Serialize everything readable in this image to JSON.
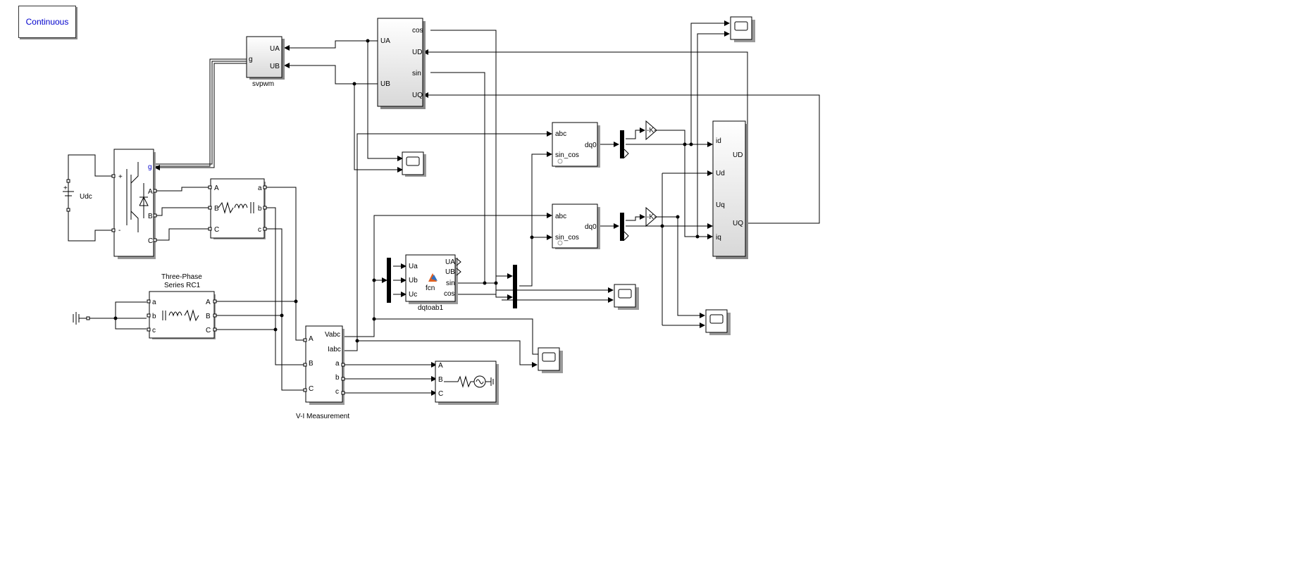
{
  "solver_mode": "Continuous",
  "blocks": {
    "udc": {
      "label": "Udc",
      "plus": "+",
      "minus": "-"
    },
    "inverter": {
      "plus": "+",
      "minus": "-",
      "g": "g",
      "a": "A",
      "b": "B",
      "c": "C"
    },
    "series_rlc": {
      "in": [
        "A",
        "B",
        "C"
      ],
      "out": [
        "a",
        "b",
        "c"
      ]
    },
    "svpwm": {
      "name": "svpwm",
      "g": "g",
      "ua": "UA",
      "ub": "UB"
    },
    "idq_block": {
      "in": [
        "UA",
        "UB"
      ],
      "out": [
        "cos",
        "UD",
        "sin",
        "UQ"
      ]
    },
    "rc": {
      "name1": "Three-Phase",
      "name2": "Series RC1",
      "in": [
        "a",
        "b",
        "c"
      ],
      "out": [
        "A",
        "B",
        "C"
      ]
    },
    "vi": {
      "name": "V-I Measurement",
      "in": [
        "A",
        "B",
        "C"
      ],
      "out": [
        "Vabc",
        "Iabc",
        "a",
        "b",
        "c"
      ]
    },
    "fcn": {
      "name": "dqtoab1",
      "icon": "fcn",
      "in": [
        "Ua",
        "Ub",
        "Uc"
      ],
      "out": [
        "UA",
        "UB",
        "sin",
        "cos"
      ]
    },
    "abc_dq_1": {
      "in": [
        "abc",
        "sin_cos"
      ],
      "out": "dq0"
    },
    "abc_dq_2": {
      "in": [
        "abc",
        "sin_cos"
      ],
      "out": "dq0"
    },
    "gain_1": {
      "label": "-K-"
    },
    "gain_2": {
      "label": "-K-"
    },
    "controller": {
      "in": [
        "id",
        "Ud",
        "Uq",
        "iq"
      ],
      "out": [
        "UD",
        "UQ"
      ]
    },
    "load": {
      "in": [
        "A",
        "B",
        "C"
      ]
    }
  },
  "colors": {
    "accent": "#0000cc",
    "line": "#000000",
    "shadow": "#9a9a9a"
  }
}
